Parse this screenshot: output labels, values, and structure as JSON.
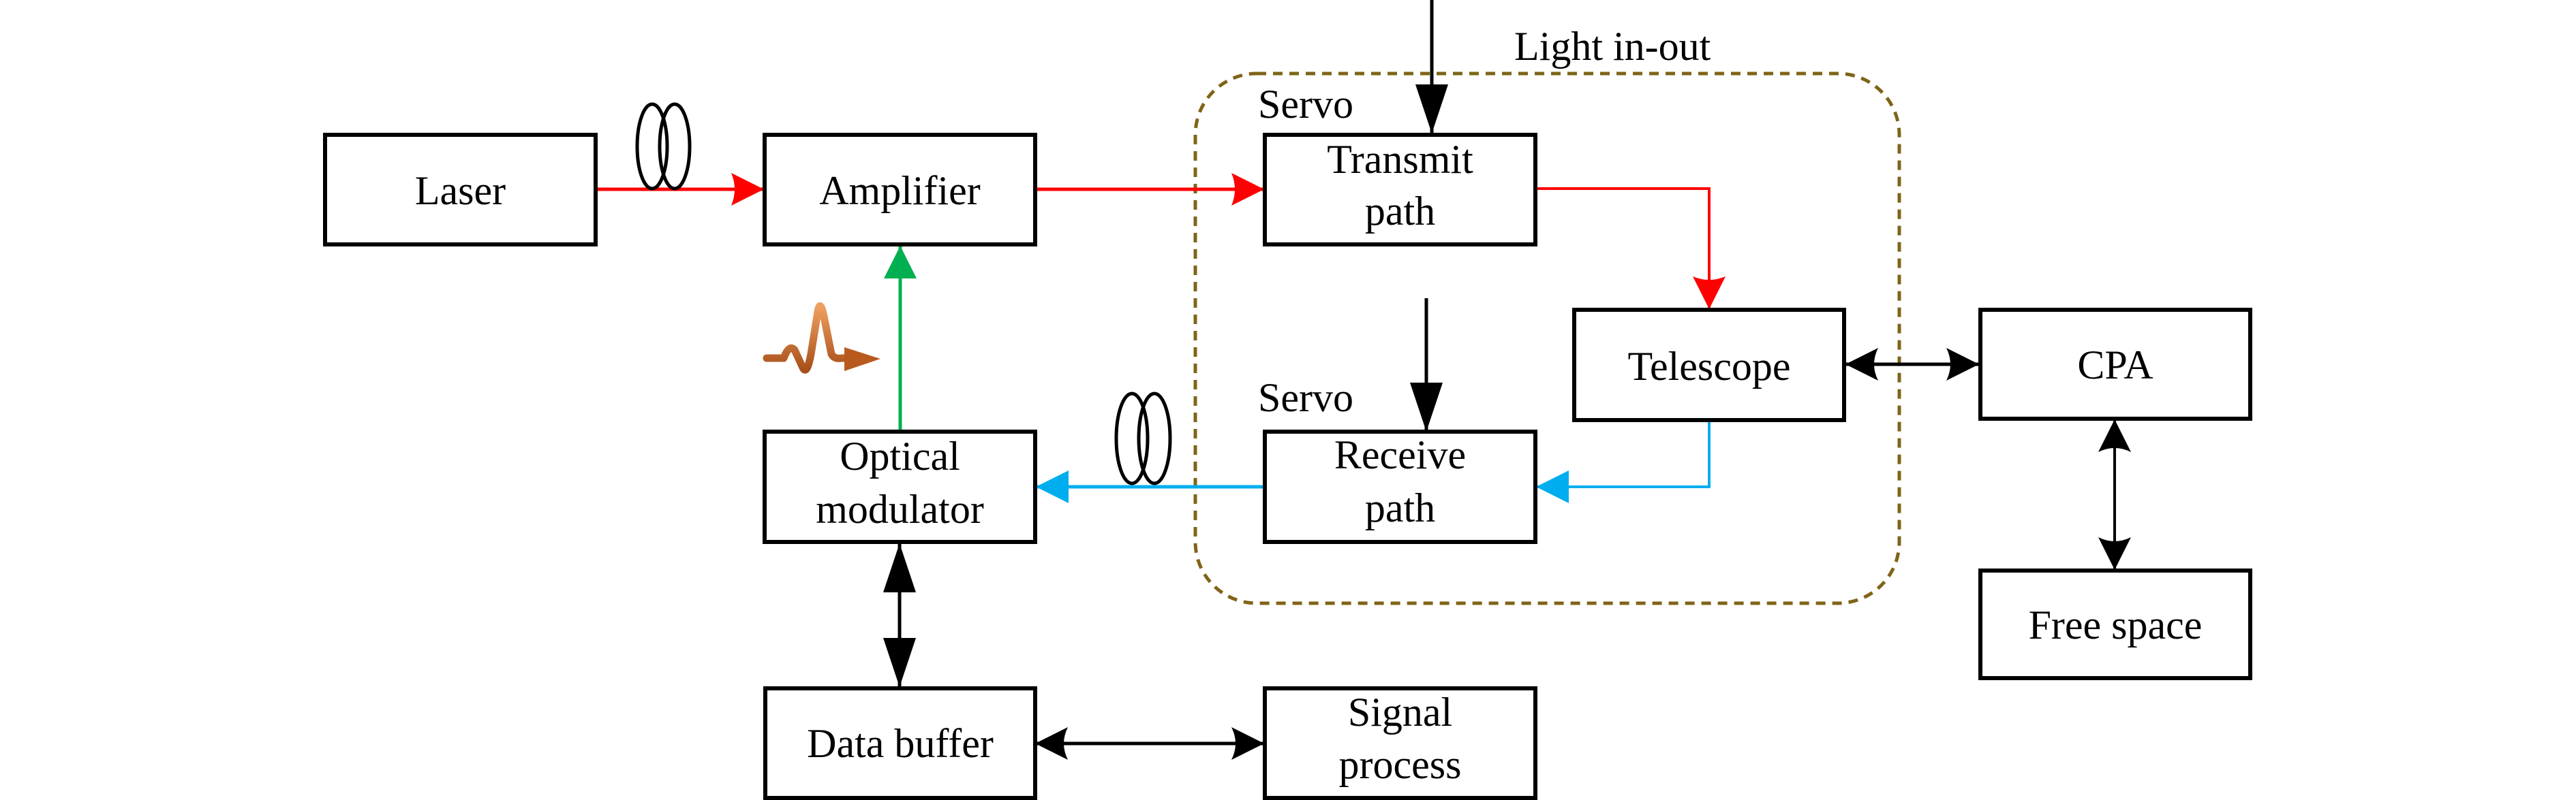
{
  "diagram": {
    "title_label": "Light in-out",
    "group_labels": {
      "servo_transmit": "Servo",
      "servo_receive": "Servo"
    },
    "blocks": {
      "laser": [
        "Laser"
      ],
      "amplifier": [
        "Amplifier"
      ],
      "transmit_path": [
        "Transmit",
        "path"
      ],
      "telescope": [
        "Telescope"
      ],
      "cpa": [
        "CPA"
      ],
      "free_space": [
        "Free space"
      ],
      "receive_path": [
        "Receive",
        "path"
      ],
      "optical_modulator": [
        "Optical",
        "modulator"
      ],
      "data_buffer": [
        "Data buffer"
      ],
      "signal_process": [
        "Signal",
        "process"
      ]
    },
    "icons": {
      "fiber_coil_top": "fiber-coil-icon",
      "fiber_coil_bottom": "fiber-coil-icon",
      "modulation_signal": "pulse-signal-icon"
    },
    "connections": [
      {
        "from": "laser",
        "to": "amplifier",
        "type": "optical-forward",
        "color": "#ff0000"
      },
      {
        "from": "amplifier",
        "to": "transmit_path",
        "type": "optical-forward",
        "color": "#ff0000"
      },
      {
        "from": "transmit_path",
        "to": "telescope",
        "type": "optical-forward",
        "color": "#ff0000"
      },
      {
        "from": "telescope",
        "to": "receive_path",
        "type": "optical-return",
        "color": "#00aeef"
      },
      {
        "from": "receive_path",
        "to": "optical_modulator",
        "type": "optical-return",
        "color": "#00aeef"
      },
      {
        "from": "optical_modulator",
        "to": "amplifier",
        "type": "modulation",
        "color": "#00b050"
      },
      {
        "from": "telescope",
        "to": "cpa",
        "type": "bidirectional",
        "color": "#000000"
      },
      {
        "from": "cpa",
        "to": "free_space",
        "type": "bidirectional",
        "color": "#000000"
      },
      {
        "from": "optical_modulator",
        "to": "data_buffer",
        "type": "bidirectional",
        "color": "#000000"
      },
      {
        "from": "data_buffer",
        "to": "signal_process",
        "type": "bidirectional",
        "color": "#000000"
      },
      {
        "from": "servo",
        "to": "transmit_path",
        "type": "control",
        "color": "#000000"
      },
      {
        "from": "servo",
        "to": "receive_path",
        "type": "control",
        "color": "#000000"
      }
    ],
    "colors": {
      "forward_light": "#ff0000",
      "return_light": "#00aeef",
      "modulation": "#00b050",
      "group_border": "#7f6418",
      "signal_icon": "#c8601e"
    }
  }
}
